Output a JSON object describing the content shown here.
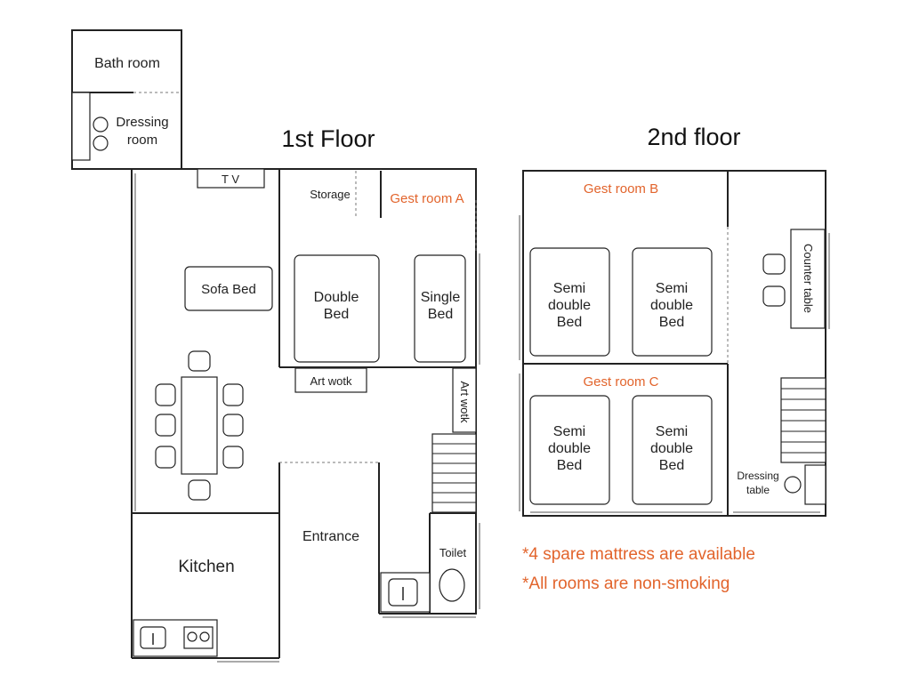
{
  "floor1": {
    "title": "1st Floor",
    "rooms": {
      "bath": "Bath room",
      "dressing_line1": "Dressing",
      "dressing_line2": "room",
      "tv": "T V",
      "storage": "Storage",
      "guest_a": "Gest room A",
      "sofa": "Sofa Bed",
      "double_line1": "Double",
      "double_line2": "Bed",
      "single_line1": "Single",
      "single_line2": "Bed",
      "artwork_h": "Art wotk",
      "artwork_v": "Art wotk",
      "kitchen": "Kitchen",
      "entrance": "Entrance",
      "toilet": "Toilet"
    }
  },
  "floor2": {
    "title": "2nd floor",
    "rooms": {
      "guest_b": "Gest room B",
      "guest_c": "Gest room C",
      "semi_line1": "Semi",
      "semi_line2": "double",
      "semi_line3": "Bed",
      "counter": "Counter table",
      "dressing_table_line1": "Dressing",
      "dressing_table_line2": "table"
    }
  },
  "notes": {
    "mattress": "*4 spare mattress are available",
    "smoking": "*All rooms are non-smoking"
  },
  "colors": {
    "accent": "#e2642c",
    "line": "#222222"
  }
}
